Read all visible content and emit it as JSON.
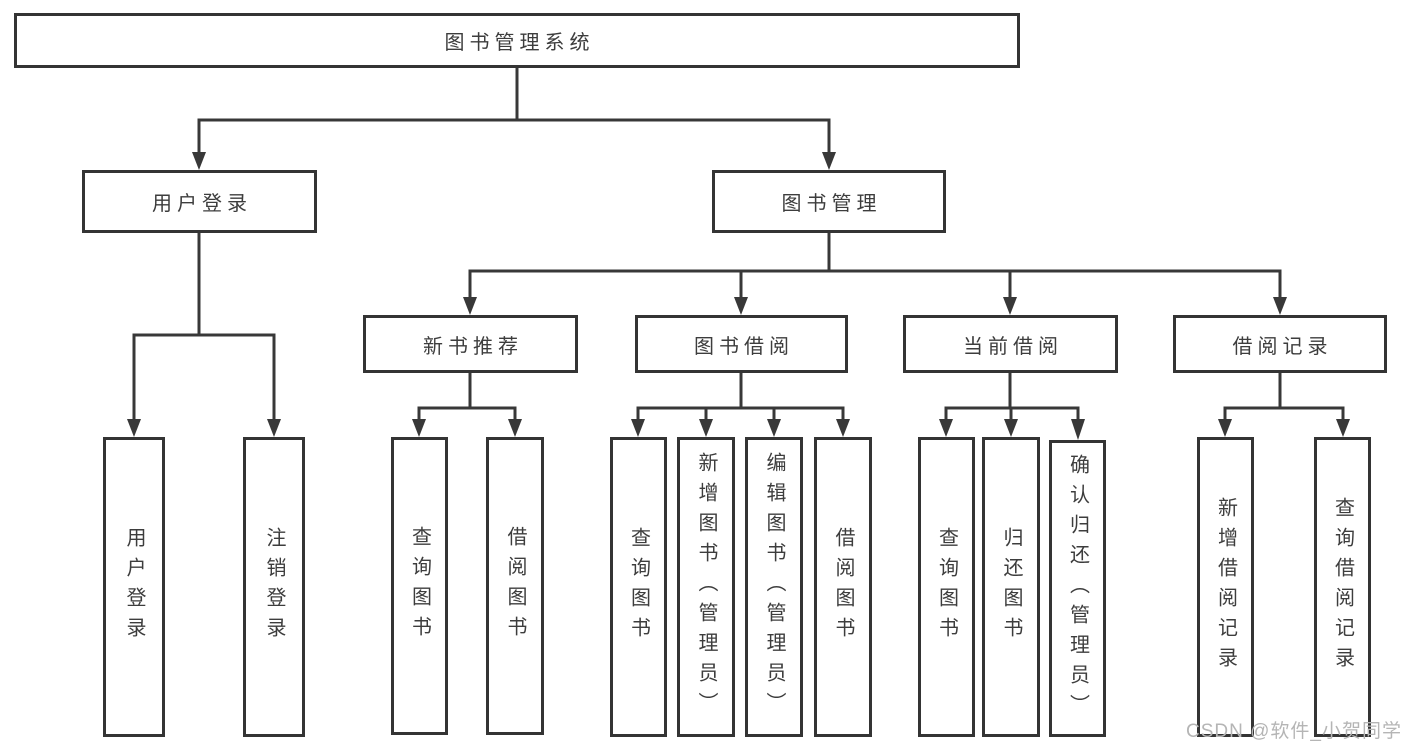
{
  "tree": {
    "label": "图书管理系统",
    "children": [
      {
        "label": "用户登录",
        "children": [
          {
            "label": "用户登录"
          },
          {
            "label": "注销登录"
          }
        ]
      },
      {
        "label": "图书管理",
        "children": [
          {
            "label": "新书推荐",
            "children": [
              {
                "label": "查询图书"
              },
              {
                "label": "借阅图书"
              }
            ]
          },
          {
            "label": "图书借阅",
            "children": [
              {
                "label": "查询图书"
              },
              {
                "label": "新增图书（管理员）"
              },
              {
                "label": "编辑图书（管理员）"
              },
              {
                "label": "借阅图书"
              }
            ]
          },
          {
            "label": "当前借阅",
            "children": [
              {
                "label": "查询图书"
              },
              {
                "label": "归还图书"
              },
              {
                "label": "确认归还（管理员）"
              }
            ]
          },
          {
            "label": "借阅记录",
            "children": [
              {
                "label": "新增借阅记录"
              },
              {
                "label": "查询借阅记录"
              }
            ]
          }
        ]
      }
    ]
  },
  "watermark": "CSDN @软件_小贺同学",
  "colors": {
    "line": "#383838",
    "box_border": "#343434",
    "box_fill": "#ffffff",
    "text": "#3d3d3d",
    "watermark": "#b5b5b5"
  }
}
